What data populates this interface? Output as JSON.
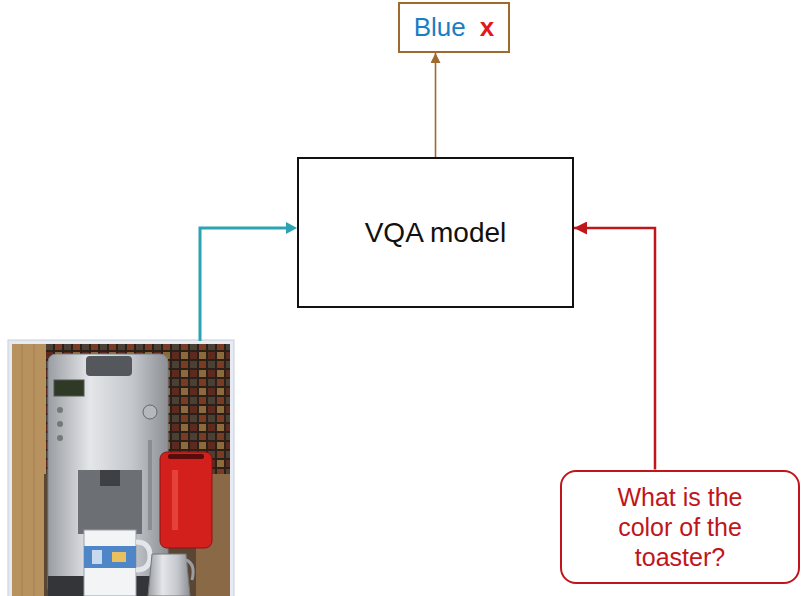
{
  "diagram": {
    "nodes": [
      {
        "text": [
          "Blue",
          "x"
        ]
      },
      {
        "text": [
          "VQA model"
        ]
      },
      {
        "text": [
          "What is the color of the toaster?"
        ]
      }
    ],
    "edges": [
      {
        "from": 1,
        "to": 0,
        "arrow": "to"
      },
      {
        "from": 2,
        "to": 1,
        "arrow": "to"
      }
    ]
  }
}
